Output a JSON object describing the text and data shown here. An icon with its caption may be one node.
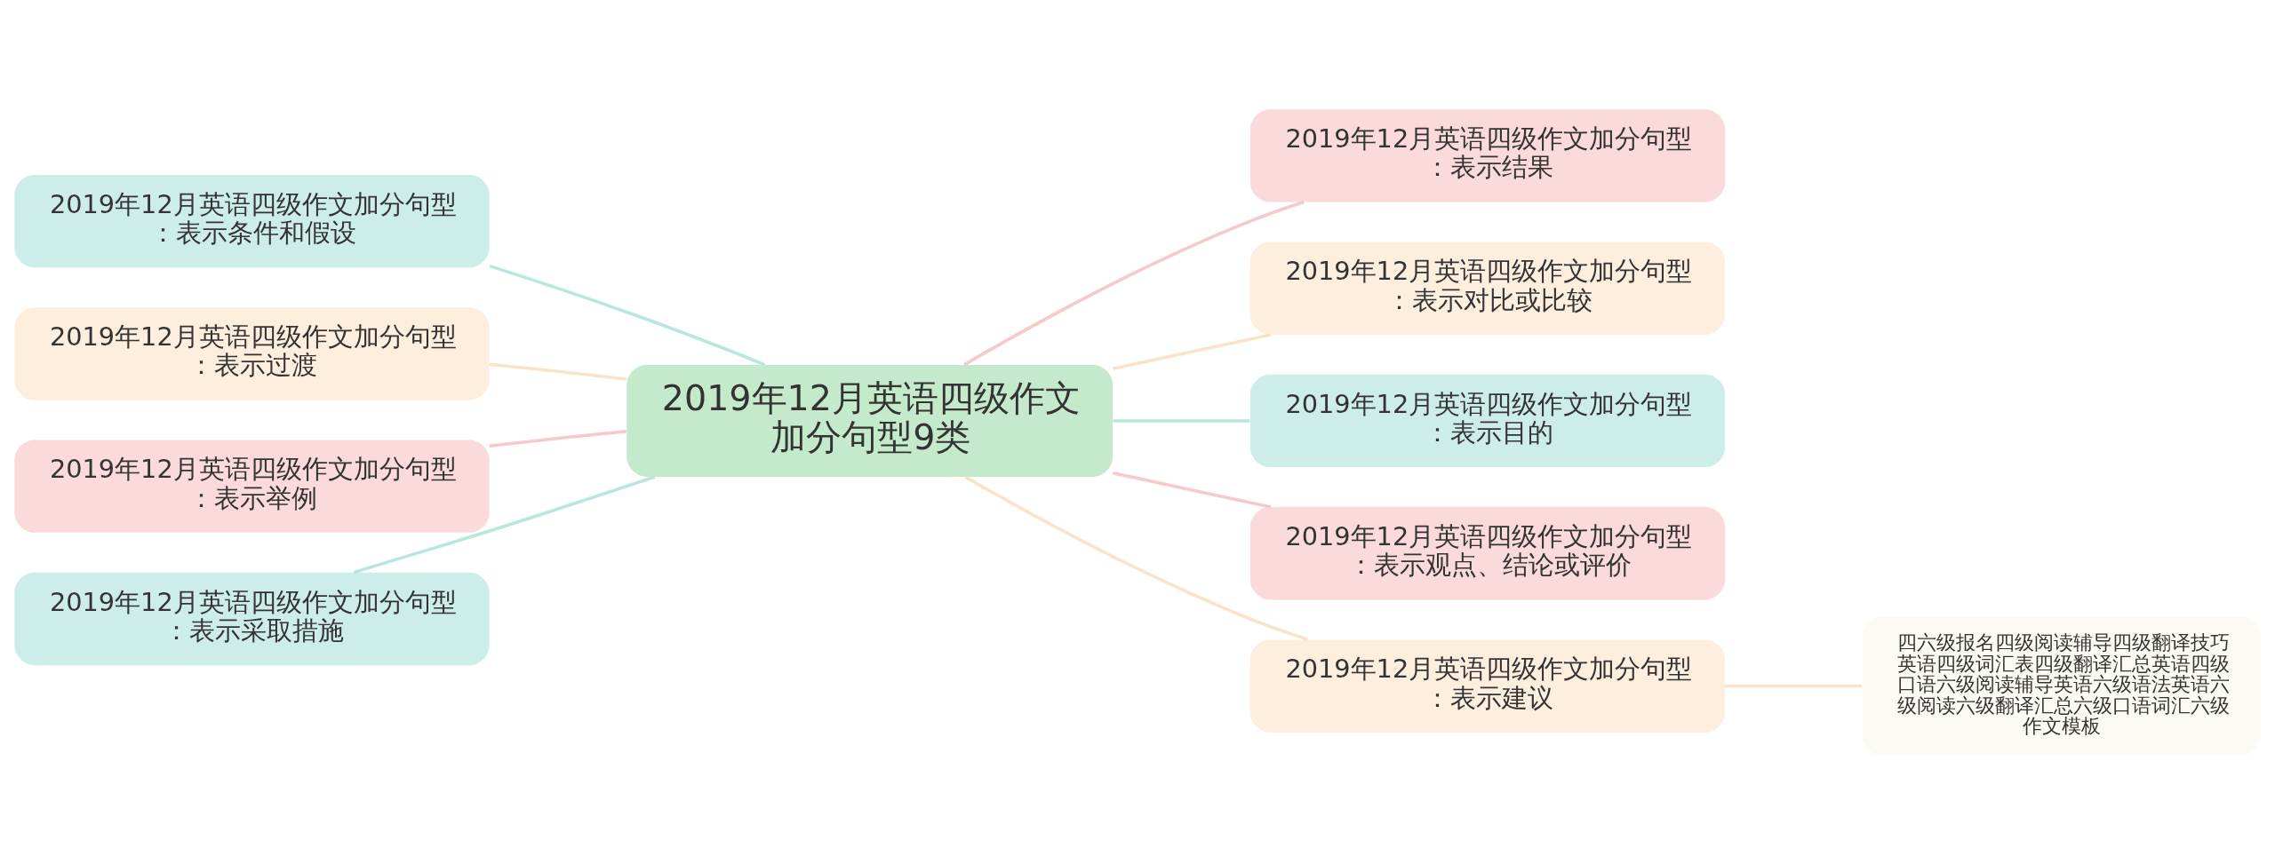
{
  "diagram": {
    "nodes": [
      {
        "text": [
          "2019年12月英语四级作文加分句型9类"
        ]
      },
      {
        "text": [
          "2019年12月英语四级作文加分句型：表示结果"
        ]
      },
      {
        "text": [
          "2019年12月英语四级作文加分句型：表示对比或比较"
        ]
      },
      {
        "text": [
          "2019年12月英语四级作文加分句型：表示目的"
        ]
      },
      {
        "text": [
          "2019年12月英语四级作文加分句型：表示观点、结论或评价"
        ]
      },
      {
        "text": [
          "2019年12月英语四级作文加分句型：表示建议"
        ]
      },
      {
        "text": [
          "2019年12月英语四级作文加分句型：表示条件和假设"
        ]
      },
      {
        "text": [
          "2019年12月英语四级作文加分句型：表示过渡"
        ]
      },
      {
        "text": [
          "2019年12月英语四级作文加分句型：表示举例"
        ]
      },
      {
        "text": [
          "2019年12月英语四级作文加分句型：表示采取措施"
        ]
      },
      {
        "text": [
          "四六级报名四级阅读辅导四级翻译技巧英语四级词汇表四级翻译汇总英语四级口语六级阅读辅导英语六级语法英语六级阅读六级翻译汇总六级口语词汇六级作文模板"
        ]
      }
    ],
    "edges": [
      {
        "from": 0,
        "to": 1,
        "arrow": "none",
        "color": "#f6c9cb"
      },
      {
        "from": 0,
        "to": 2,
        "arrow": "none",
        "color": "#fbe3c8"
      },
      {
        "from": 0,
        "to": 3,
        "arrow": "none",
        "color": "#b9e6de"
      },
      {
        "from": 0,
        "to": 4,
        "arrow": "none",
        "color": "#f6c9cb"
      },
      {
        "from": 0,
        "to": 5,
        "arrow": "none",
        "color": "#fbe3c8"
      },
      {
        "from": 0,
        "to": 6,
        "arrow": "none",
        "color": "#b9e6de"
      },
      {
        "from": 0,
        "to": 7,
        "arrow": "none",
        "color": "#fbe3c8"
      },
      {
        "from": 0,
        "to": 8,
        "arrow": "none",
        "color": "#f6c9cb"
      },
      {
        "from": 0,
        "to": 9,
        "arrow": "none",
        "color": "#b9e6de"
      },
      {
        "from": 5,
        "to": 10,
        "arrow": "none",
        "color": "#fbe3c8"
      }
    ]
  }
}
